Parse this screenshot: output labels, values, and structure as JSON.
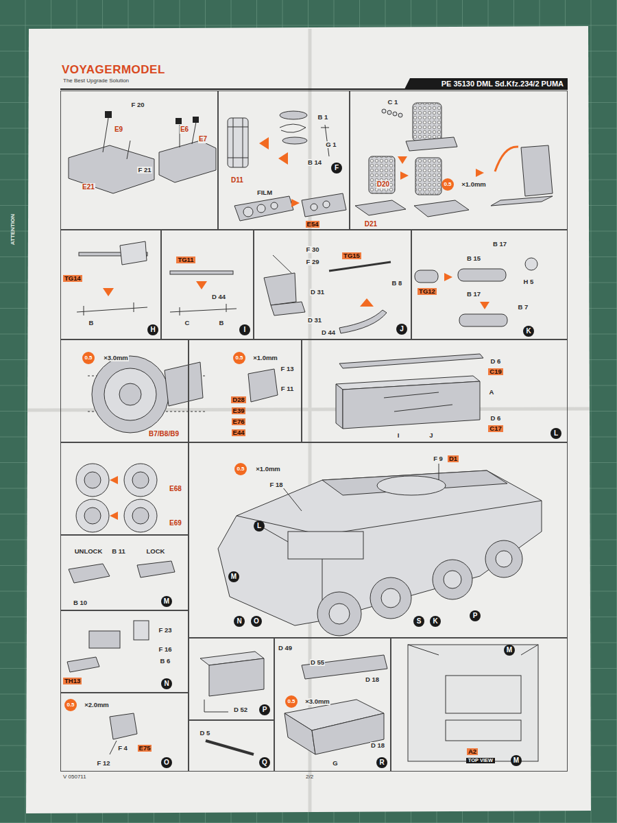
{
  "diagram": {
    "title": "PE 35130 DML Sd.Kfz.234/2 PUMA",
    "nodes": [
      {
        "text": [
          "F 20",
          "E9",
          "E6",
          "E7",
          "E21",
          "F 21"
        ]
      },
      {
        "text": [
          "B 1",
          "D11",
          "G 1",
          "B 14",
          "F",
          "FILM",
          "E54"
        ]
      },
      {
        "text": [
          "C 1",
          "D20",
          "D21",
          "0.5",
          "×1.0mm"
        ]
      },
      {
        "text": [
          "TG14",
          "B",
          "H"
        ]
      },
      {
        "text": [
          "TG11",
          "D 44",
          "C",
          "B",
          "I"
        ]
      },
      {
        "text": [
          "F 30",
          "F 29",
          "D 31",
          "TG15",
          "B 8",
          "D 31",
          "D 44",
          "J"
        ]
      },
      {
        "text": [
          "B 17",
          "B 15",
          "TG12",
          "B 17",
          "H 5",
          "B 7",
          "K"
        ]
      },
      {
        "text": [
          "0.5",
          "×3.0mm",
          "B7/B8/B9"
        ]
      },
      {
        "text": [
          "0.5",
          "×1.0mm",
          "F 13",
          "F 11",
          "D28",
          "E39",
          "E76",
          "E44"
        ]
      },
      {
        "text": [
          "D 6",
          "C19",
          "A",
          "D 6",
          "C17",
          "I",
          "J",
          "L"
        ]
      },
      {
        "text": [
          "E68",
          "E69"
        ]
      },
      {
        "text": [
          "0.5",
          "×1.0mm",
          "F 9",
          "D1",
          "F 18",
          "L",
          "M",
          "N",
          "O",
          "S",
          "K",
          "P"
        ]
      },
      {
        "text": [
          "UNLOCK",
          "B 11",
          "LOCK",
          "B 10",
          "M"
        ]
      },
      {
        "text": [
          "F 23",
          "F 16",
          "B 6",
          "TH13",
          "N"
        ]
      },
      {
        "text": [
          "0.5",
          "×2.0mm",
          "F 4",
          "E75",
          "F 12",
          "O"
        ]
      },
      {
        "text": [
          "D 52",
          "P"
        ]
      },
      {
        "text": [
          "D 5",
          "Q"
        ]
      },
      {
        "text": [
          "D 49",
          "D 55",
          "D 18",
          "0.5",
          "×3.0mm",
          "D 18",
          "G",
          "R"
        ]
      },
      {
        "text": [
          "M",
          "A2",
          "TOP VIEW",
          "M"
        ]
      }
    ],
    "labels": [
      "VOYAGERMODEL",
      "The Best Upgrade Solution",
      "V 050711",
      "2/2",
      "ATTENTION"
    ]
  }
}
